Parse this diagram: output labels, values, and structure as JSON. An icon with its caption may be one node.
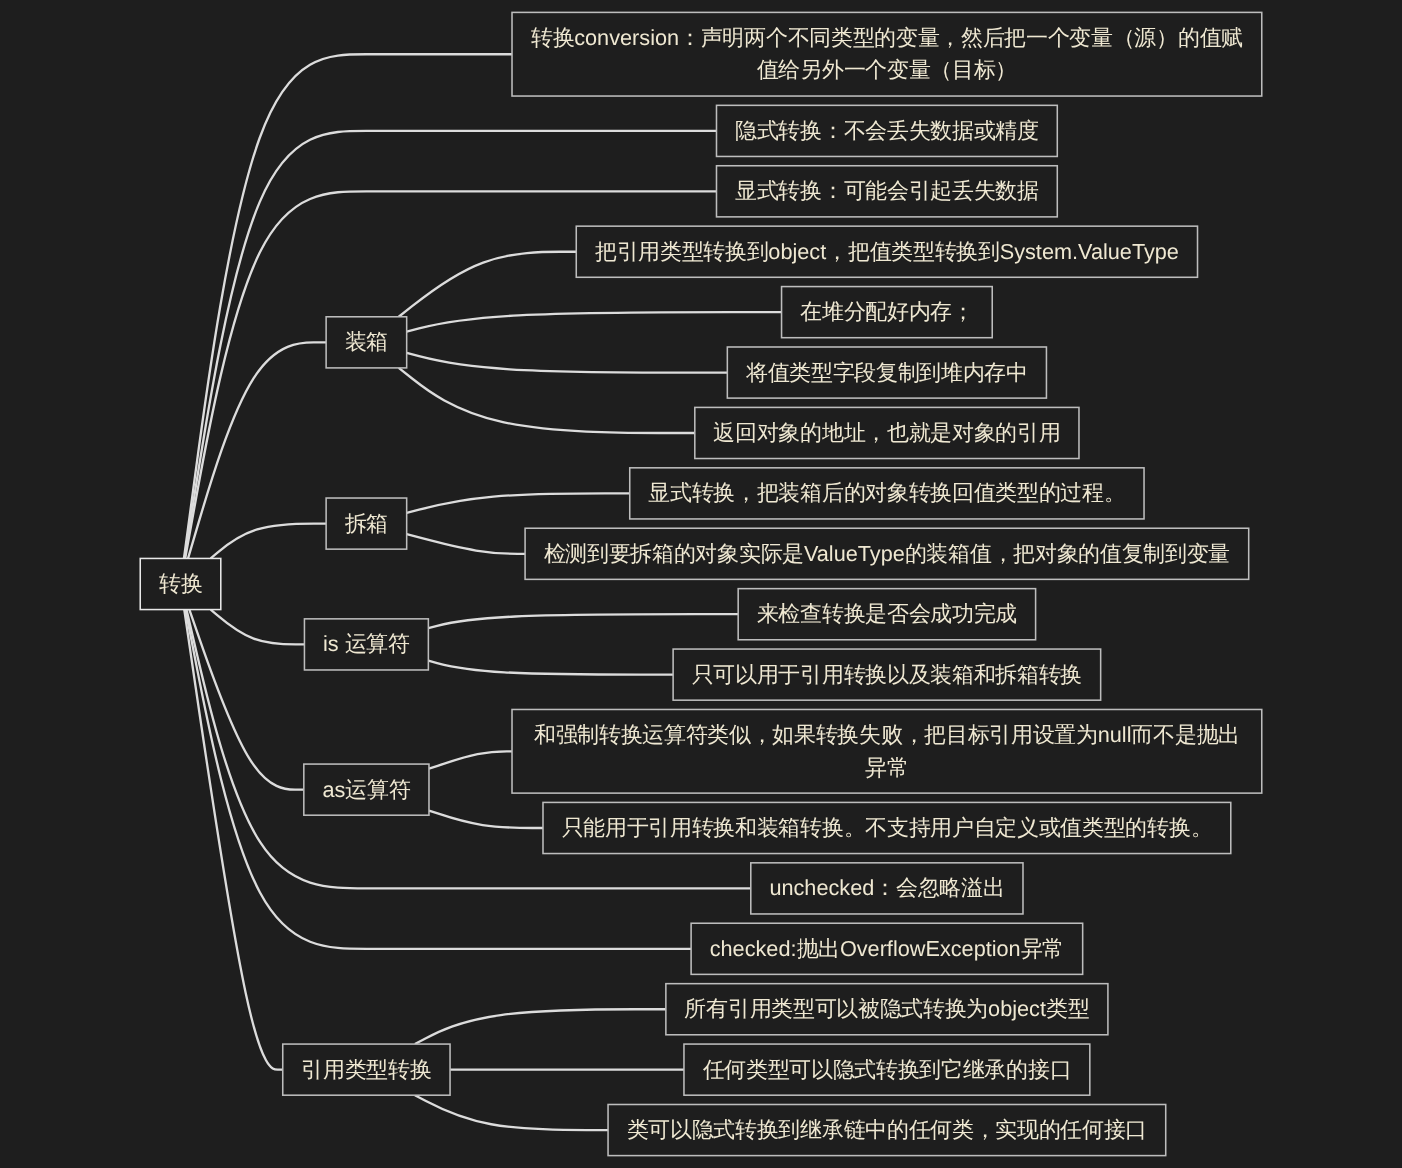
{
  "diagram": {
    "nodes": [
      {
        "text": [
          "转换"
        ]
      },
      {
        "text": [
          "转换conversion：声明两个不同类型的变量，然后把一个变量（源）的值赋值给另外一个变量（目标）"
        ]
      },
      {
        "text": [
          "隐式转换：不会丢失数据或精度"
        ]
      },
      {
        "text": [
          "显式转换：可能会引起丢失数据"
        ]
      },
      {
        "text": [
          "装箱"
        ]
      },
      {
        "text": [
          "把引用类型转换到object，把值类型转换到System.ValueType"
        ]
      },
      {
        "text": [
          "在堆分配好内存；"
        ]
      },
      {
        "text": [
          "将值类型字段复制到堆内存中"
        ]
      },
      {
        "text": [
          "返回对象的地址，也就是对象的引用"
        ]
      },
      {
        "text": [
          "拆箱"
        ]
      },
      {
        "text": [
          "显式转换，把装箱后的对象转换回值类型的过程。"
        ]
      },
      {
        "text": [
          "检测到要拆箱的对象实际是ValueType的装箱值，把对象的值复制到变量"
        ]
      },
      {
        "text": [
          "is 运算符"
        ]
      },
      {
        "text": [
          "来检查转换是否会成功完成"
        ]
      },
      {
        "text": [
          "只可以用于引用转换以及装箱和拆箱转换"
        ]
      },
      {
        "text": [
          "as运算符"
        ]
      },
      {
        "text": [
          "和强制转换运算符类似，如果转换失败，把目标引用设置为null而不是抛出异常"
        ]
      },
      {
        "text": [
          "只能用于引用转换和装箱转换。不支持用户自定义或值类型的转换。"
        ]
      },
      {
        "text": [
          "unchecked：会忽略溢出"
        ]
      },
      {
        "text": [
          "checked:抛出OverflowException异常"
        ]
      },
      {
        "text": [
          "引用类型转换"
        ]
      },
      {
        "text": [
          "所有引用类型可以被隐式转换为object类型"
        ]
      },
      {
        "text": [
          "任何类型可以隐式转换到它继承的接口"
        ]
      },
      {
        "text": [
          "类可以隐式转换到继承链中的任何类，实现的任何接口"
        ]
      }
    ],
    "edges": [
      {
        "from": 0,
        "to": 1,
        "arrow": "none"
      },
      {
        "from": 0,
        "to": 2,
        "arrow": "none"
      },
      {
        "from": 0,
        "to": 3,
        "arrow": "none"
      },
      {
        "from": 0,
        "to": 4,
        "arrow": "none"
      },
      {
        "from": 4,
        "to": 5,
        "arrow": "none"
      },
      {
        "from": 4,
        "to": 6,
        "arrow": "none"
      },
      {
        "from": 4,
        "to": 7,
        "arrow": "none"
      },
      {
        "from": 4,
        "to": 8,
        "arrow": "none"
      },
      {
        "from": 0,
        "to": 9,
        "arrow": "none"
      },
      {
        "from": 9,
        "to": 10,
        "arrow": "none"
      },
      {
        "from": 9,
        "to": 11,
        "arrow": "none"
      },
      {
        "from": 0,
        "to": 12,
        "arrow": "none"
      },
      {
        "from": 12,
        "to": 13,
        "arrow": "none"
      },
      {
        "from": 12,
        "to": 14,
        "arrow": "none"
      },
      {
        "from": 0,
        "to": 15,
        "arrow": "none"
      },
      {
        "from": 15,
        "to": 16,
        "arrow": "none"
      },
      {
        "from": 15,
        "to": 17,
        "arrow": "none"
      },
      {
        "from": 0,
        "to": 18,
        "arrow": "none"
      },
      {
        "from": 0,
        "to": 19,
        "arrow": "none"
      },
      {
        "from": 0,
        "to": 20,
        "arrow": "none"
      },
      {
        "from": 20,
        "to": 21,
        "arrow": "none"
      },
      {
        "from": 20,
        "to": 22,
        "arrow": "none"
      },
      {
        "from": 20,
        "to": 23,
        "arrow": "none"
      }
    ]
  }
}
